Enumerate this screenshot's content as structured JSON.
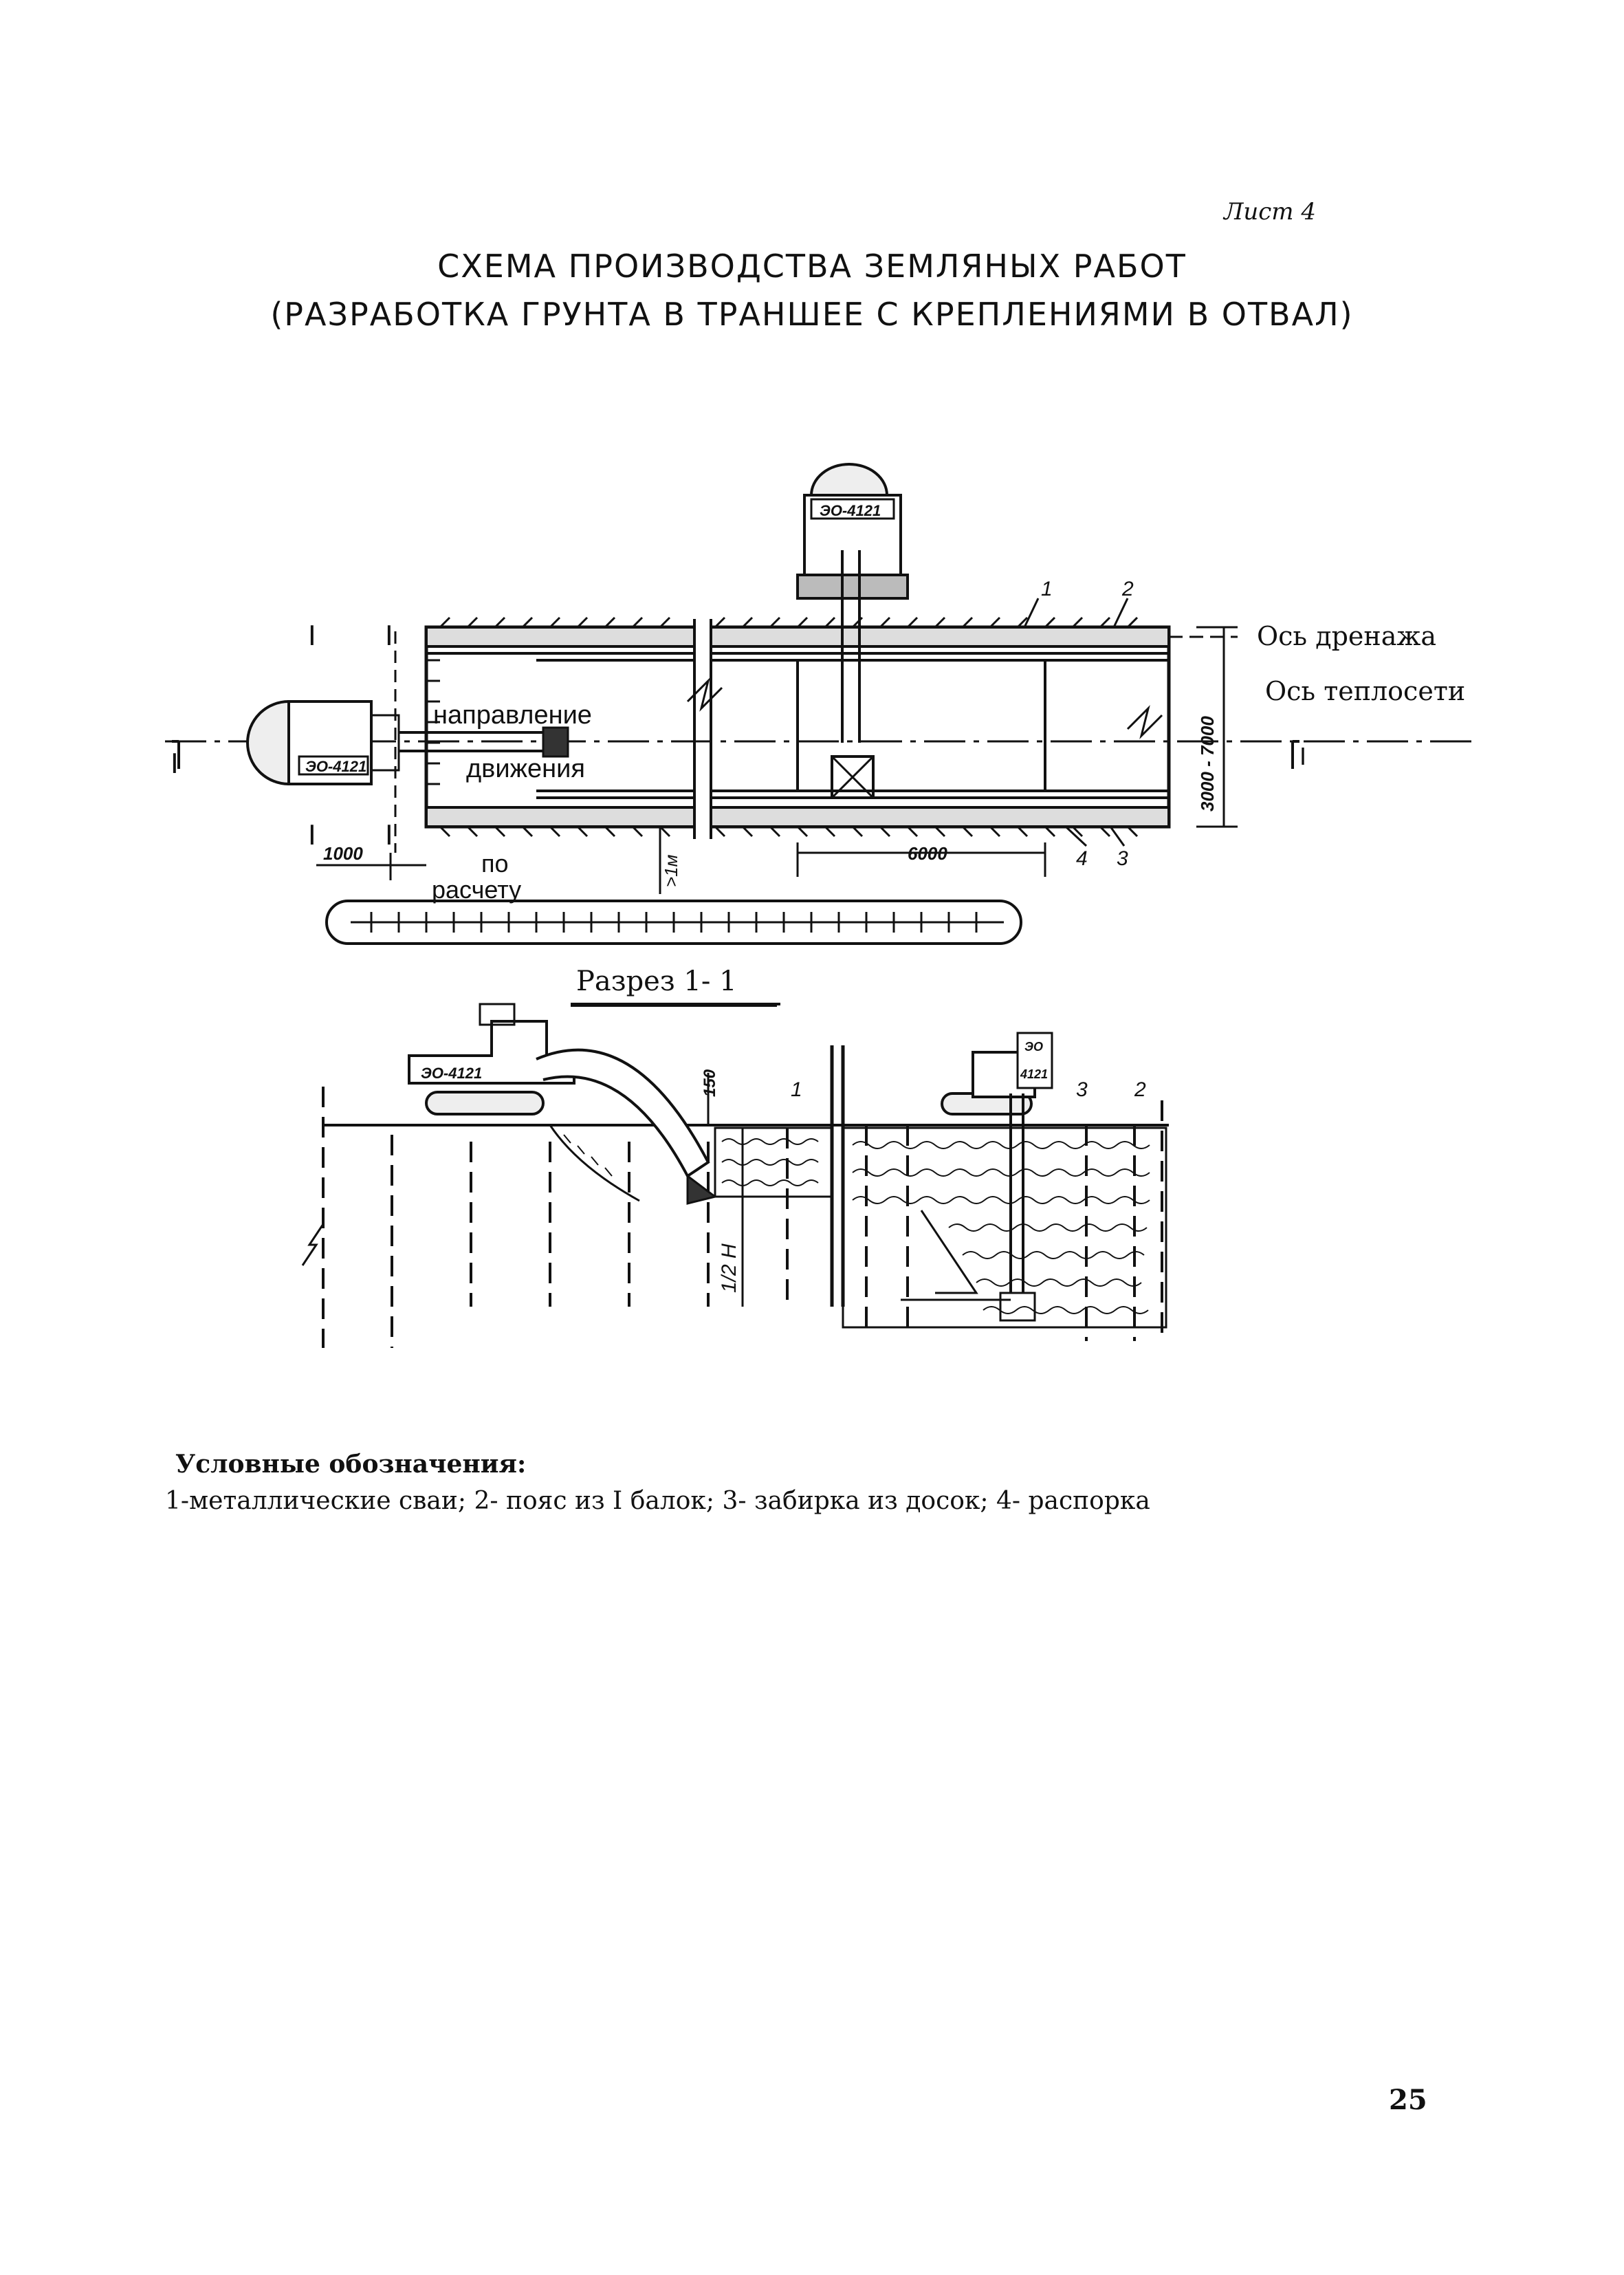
{
  "sheet_label": "Лист 4",
  "title_line1": "СХЕМА ПРОИЗВОДСТВА ЗЕМЛЯНЫХ РАБОТ",
  "title_line2": "(РАЗРАБОТКА ГРУНТА В ТРАНШЕЕ С КРЕПЛЕНИЯМИ В ОТВАЛ)",
  "plan": {
    "axis_drainage": "Ось дренажа",
    "axis_heating": "Ось теплосети",
    "direction_line1": "направление",
    "direction_line2": "движения",
    "by_calc_line1": "по",
    "by_calc_line2": "расчету",
    "dim_1000": "1000",
    "dim_6000": "6000",
    "dim_width": "3000 - 7000",
    "dim_1m": ">1м",
    "excavator_model": "ЭО-4121",
    "section_mark": "I",
    "callouts": [
      "1",
      "2",
      "3",
      "4"
    ]
  },
  "section": {
    "title": "Разрез 1- 1",
    "excavator_model": "ЭО-4121",
    "excavator_model_small": [
      "ЭО",
      "4121"
    ],
    "dim_150": "150",
    "dim_half_h": "1/2 H",
    "callouts": [
      "1",
      "2",
      "3"
    ]
  },
  "legend": {
    "title": "Условные обозначения:",
    "text": "1-металлические сваи; 2- пояс из I балок; 3- забирка из досок; 4- распорка"
  },
  "page_number": "25"
}
